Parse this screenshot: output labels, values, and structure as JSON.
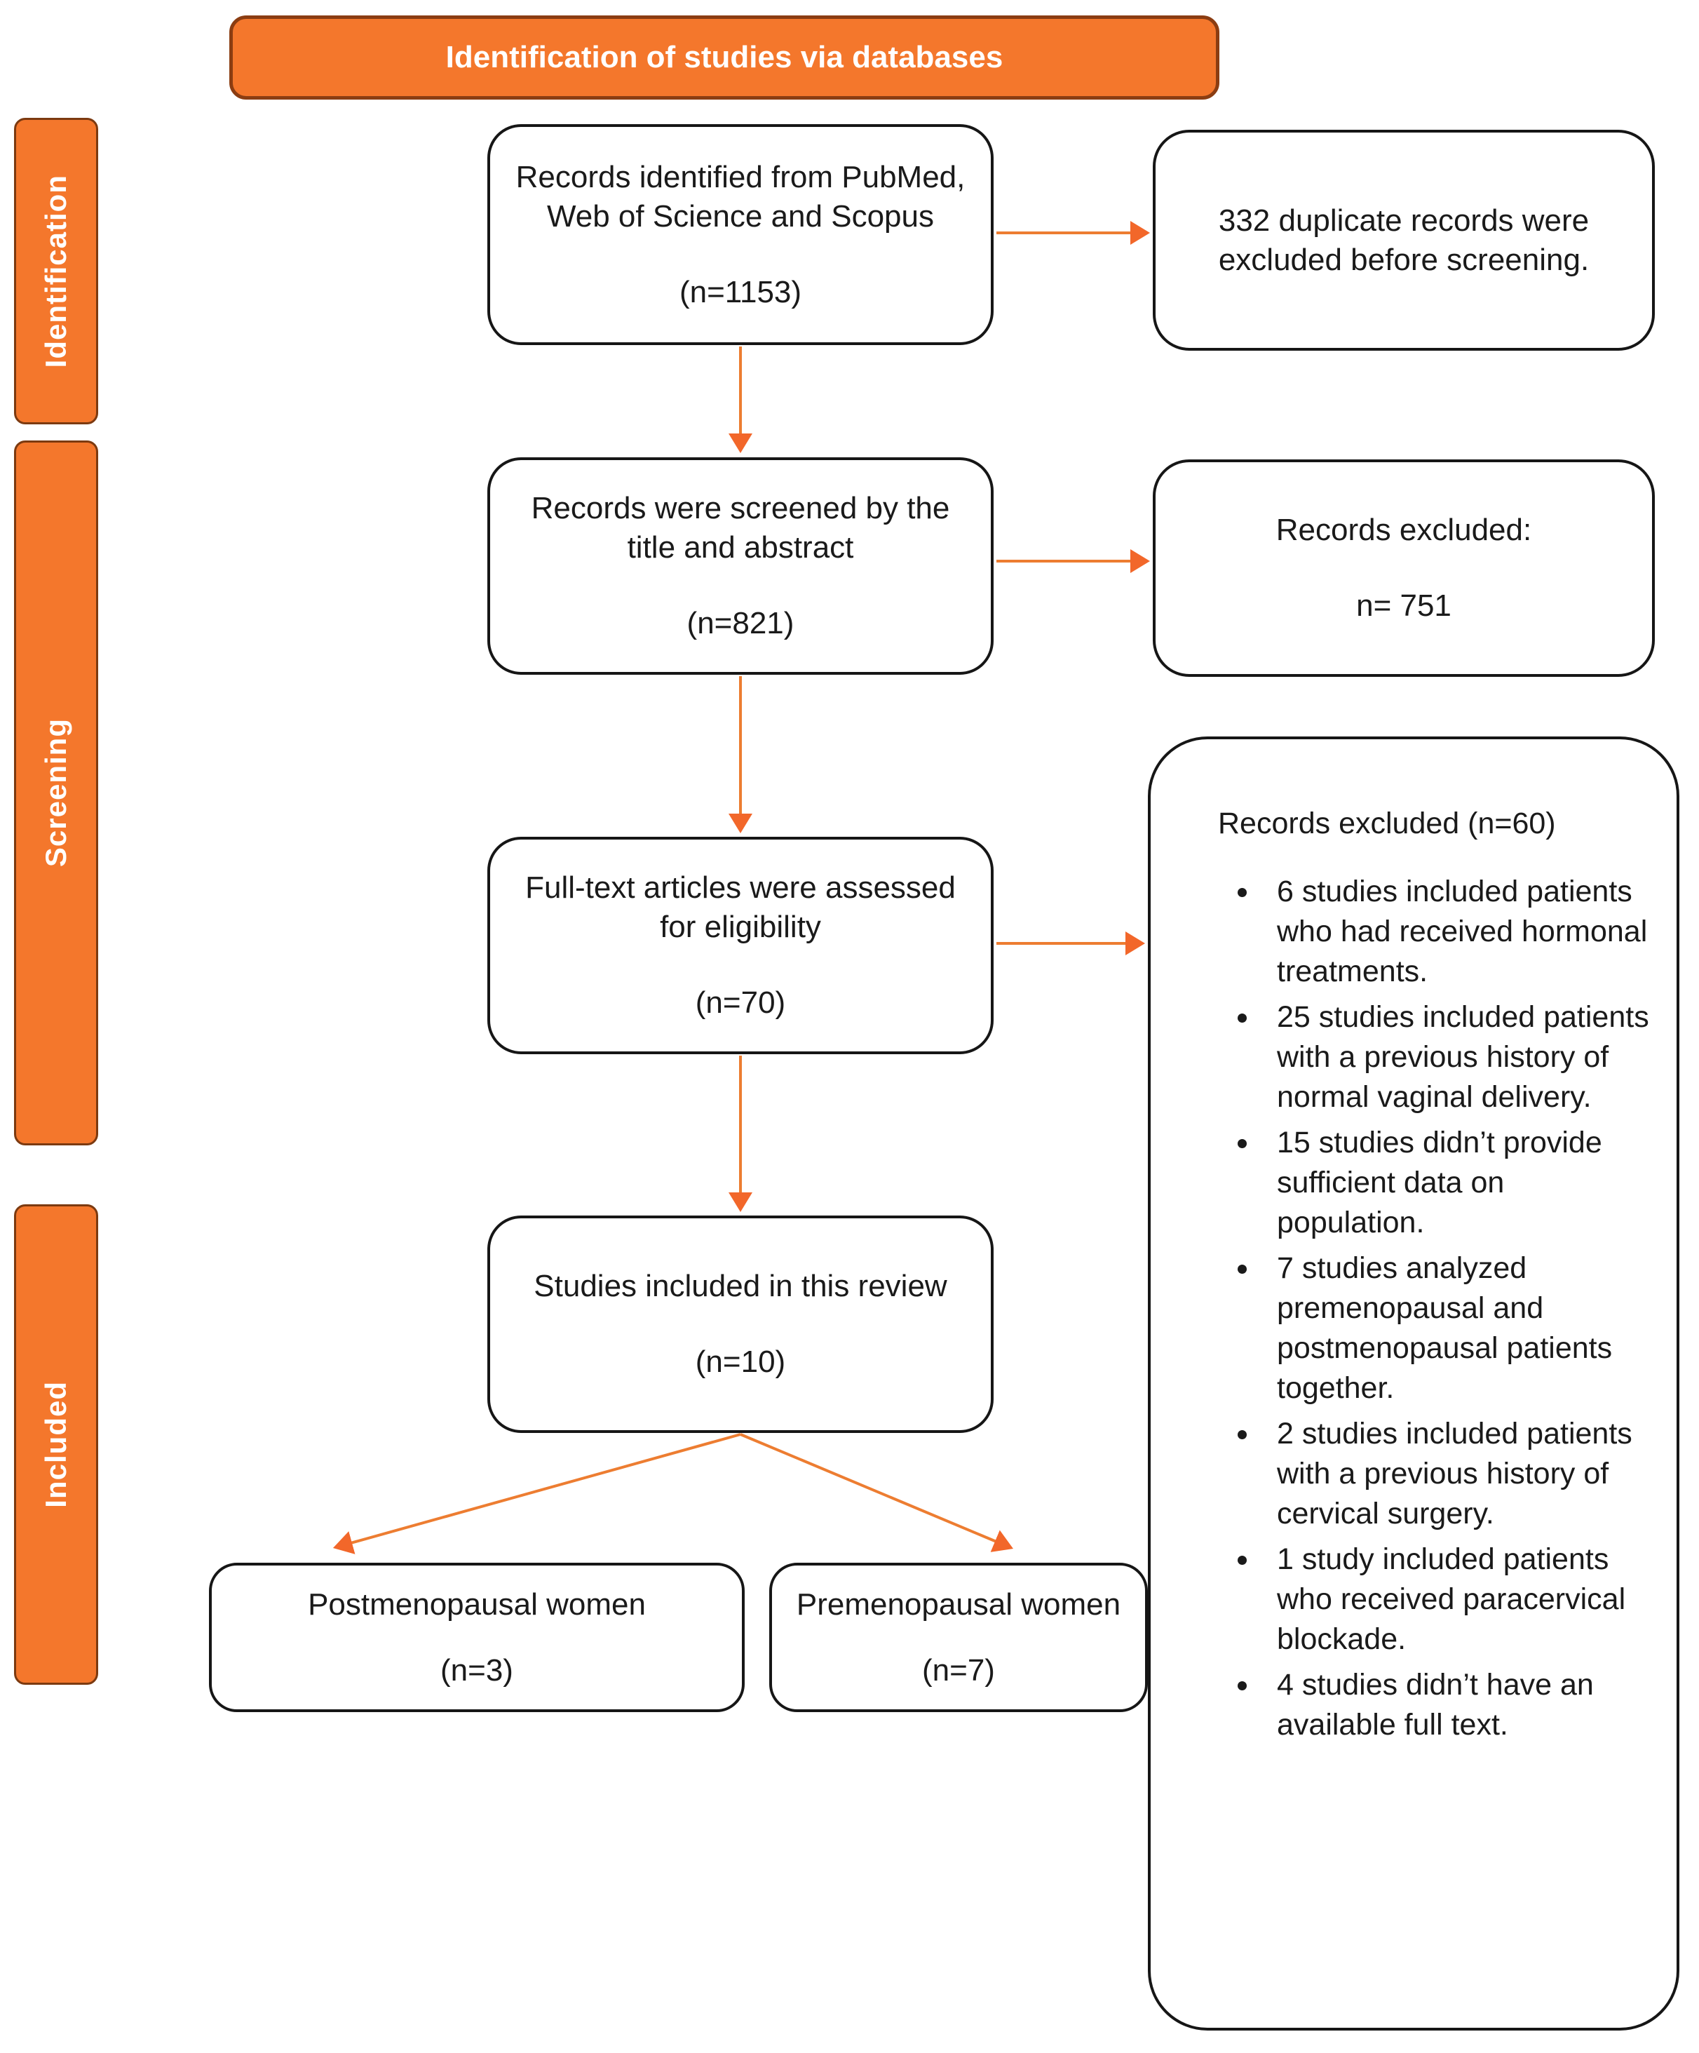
{
  "banner": {
    "title": "Identification of studies via databases"
  },
  "sidebar": {
    "stages": [
      {
        "label": "Identification"
      },
      {
        "label": "Screening"
      },
      {
        "label": "Included"
      }
    ]
  },
  "boxes": {
    "records_identified": {
      "line1": "Records identified from PubMed,",
      "line2": "Web of Science and Scopus",
      "n": "(n=1153)"
    },
    "duplicates_excluded": {
      "line1": "332 duplicate records were",
      "line2": "excluded before screening."
    },
    "records_screened": {
      "line1": "Records were screened by the",
      "line2": "title and abstract",
      "n": "(n=821)"
    },
    "records_excluded": {
      "line1": "Records excluded:",
      "n": "n= 751"
    },
    "fulltext_assessed": {
      "line1": "Full-text articles were assessed",
      "line2": "for eligibility",
      "n": "(n=70)"
    },
    "studies_included": {
      "line1": "Studies included in this review",
      "n": "(n=10)"
    },
    "postmenopausal": {
      "line1": "Postmenopausal women",
      "n": "(n=3)"
    },
    "premenopausal": {
      "line1": "Premenopausal women",
      "n": "(n=7)"
    }
  },
  "exclusion_reasons": {
    "header": "Records excluded (n=60)",
    "bullets": [
      "6 studies included patients who had received hormonal treatments.",
      "25 studies included patients with a previous history of normal vaginal delivery.",
      "15 studies didn’t provide sufficient data on population.",
      "7 studies analyzed premenopausal and postmenopausal patients together.",
      "2 studies included patients with a previous history of cervical surgery.",
      "1 study included patients who received paracervical blockade.",
      "4 studies didn’t have an available full text."
    ]
  },
  "colors": {
    "accent_orange": "#F4772C",
    "accent_border": "#8B3D12",
    "arrow_line": "#ED7D31",
    "arrow_head": "#F2672A",
    "box_border": "#161616",
    "text": "#1A1A1A",
    "background": "#FFFFFF"
  }
}
